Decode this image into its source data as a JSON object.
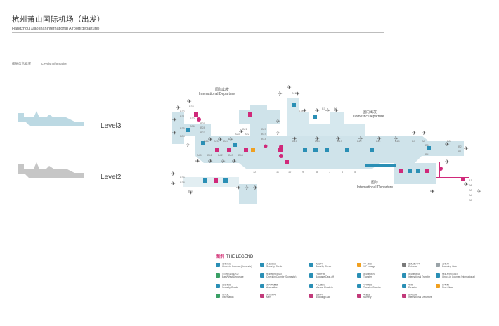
{
  "header": {
    "title": "杭州萧山国际机场（出发）",
    "subtitle": "Hangzhou XiaoshanInternational Airport(departure)"
  },
  "levels": {
    "heading_cn": "楼层信息概况",
    "heading_en": "Levels Information",
    "items": [
      {
        "label": "Level3"
      },
      {
        "label": "Level2"
      }
    ]
  },
  "map": {
    "zones": [
      {
        "cn": "国际出发",
        "en": "International Departure"
      },
      {
        "cn": "国内出发",
        "en": "Domestic Departure"
      },
      {
        "cn": "国际",
        "en": "International Departure"
      }
    ],
    "gates": [
      "B33",
      "B32",
      "B31",
      "B30",
      "B35",
      "B34",
      "B36",
      "B29",
      "B28",
      "B27",
      "B26",
      "B25",
      "B24",
      "B23",
      "B22",
      "B21",
      "B20",
      "B19",
      "B18",
      "B17",
      "B16",
      "B15",
      "B14",
      "B13",
      "B12",
      "B11",
      "B10",
      "B9",
      "B8",
      "B7",
      "B6",
      "B5",
      "B4",
      "B3",
      "B2",
      "B1",
      "B40",
      "B41",
      "B42",
      "B43",
      "B44",
      "B39",
      "B38",
      "B37",
      "A1",
      "A2",
      "A3",
      "A4",
      "A5"
    ],
    "markers": [
      "12",
      "11",
      "10",
      "9",
      "8",
      "7",
      "6",
      "5"
    ],
    "colors": {
      "terminal": "#cfe3ea",
      "pier": "#bcd9e3",
      "accent": "#2a8fb5",
      "magenta": "#d0297a",
      "runway": "#e8f2f5"
    }
  },
  "legend": {
    "title_cn": "图例",
    "title_en": "THE LEGEND",
    "items": [
      {
        "cn": "值机柜台",
        "en": "Check-in Counter (Domestic)",
        "color": "#2a8fb5"
      },
      {
        "cn": "安全检查",
        "en": "Security Check",
        "color": "#2a8fb5"
      },
      {
        "cn": "安检口",
        "en": "Security Check",
        "color": "#2a8fb5"
      },
      {
        "cn": "VIP通道",
        "en": "VIP Lounge",
        "color": "#f0a020"
      },
      {
        "cn": "航站楼入口",
        "en": "Entrance",
        "color": "#7a7a7a"
      },
      {
        "cn": "登机口",
        "en": "Boarding Gate",
        "color": "#9aa3a8"
      },
      {
        "cn": "东/西航站楼出发",
        "en": "East/West Departure",
        "color": "#3aa065"
      },
      {
        "cn": "值机柜台(国内)",
        "en": "Check-in Counter (Domestic)",
        "color": "#2a8fb5"
      },
      {
        "cn": "行李托运",
        "en": "Baggage Drop-off",
        "color": "#2a8fb5"
      },
      {
        "cn": "国际转国内",
        "en": "Transfer",
        "color": "#2a8fb5"
      },
      {
        "cn": "国际转国际",
        "en": "International Transfer",
        "color": "#2a8fb5"
      },
      {
        "cn": "值机柜台(国际)",
        "en": "Check-in Counter (International)",
        "color": "#2a8fb5"
      },
      {
        "cn": "安全检查",
        "en": "Security Check",
        "color": "#2a8fb5"
      },
      {
        "cn": "无障碍通道",
        "en": "Accessible",
        "color": "#2a8fb5"
      },
      {
        "cn": "人工值机",
        "en": "Manual Check-in",
        "color": "#2a8fb5"
      },
      {
        "cn": "中转柜台",
        "en": "Transfer Counter",
        "color": "#2a8fb5"
      },
      {
        "cn": "电梯",
        "en": "Elevator",
        "color": "#2a8fb5"
      },
      {
        "cn": "头等舱",
        "en": "First Class",
        "color": "#f0a020"
      },
      {
        "cn": "问讯处",
        "en": "Information",
        "color": "#3aa065"
      },
      {
        "cn": "男洗手间",
        "en": "Men",
        "color": "#c23a7a"
      },
      {
        "cn": "登机口",
        "en": "Boarding Gate",
        "color": "#c23a7a"
      },
      {
        "cn": "母婴室",
        "en": "Nursery",
        "color": "#c23a7a"
      },
      {
        "cn": "国际出发",
        "en": "International Departure",
        "color": "#c23a7a"
      }
    ]
  }
}
